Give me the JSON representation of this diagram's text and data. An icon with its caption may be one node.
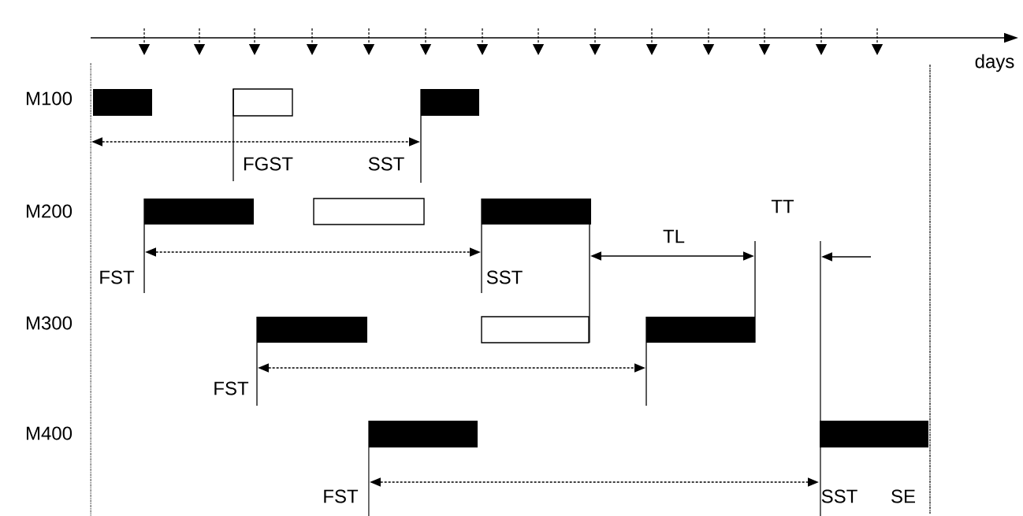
{
  "diagram": {
    "labels": [
      "days",
      "M100",
      "FGST",
      "SST",
      "M200",
      "TT",
      "TL",
      "FST",
      "SST",
      "M300",
      "FST",
      "M400",
      "FST",
      "SST",
      "SE"
    ]
  }
}
